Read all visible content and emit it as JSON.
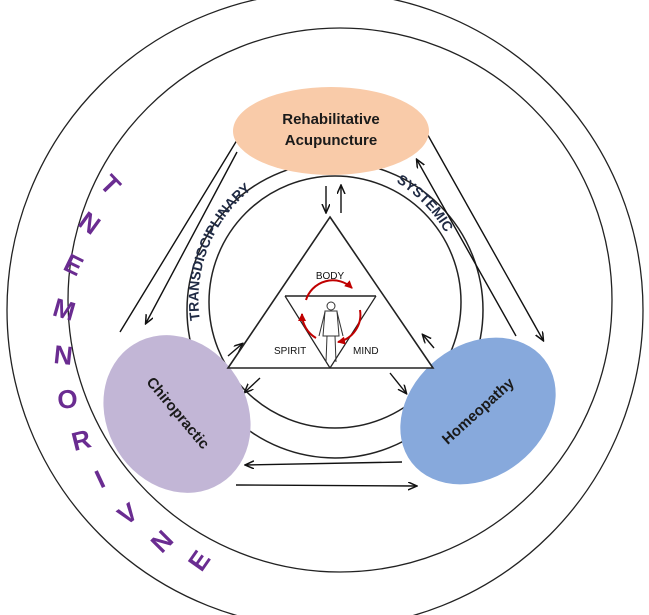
{
  "nodes": {
    "top_line1": "Rehabilitative",
    "top_line2": "Acupuncture",
    "left": "Chiropractic",
    "right": "Homeopathy"
  },
  "labels": {
    "environment_letters": [
      "E",
      "N",
      "V",
      "I",
      "R",
      "O",
      "N",
      "M",
      "E",
      "N",
      "T"
    ],
    "transdisciplinary": "TRANSDISCIPLINARY",
    "systemic": "SYSTEMIC"
  },
  "triangle": {
    "body": "BODY",
    "spirit": "SPIRIT",
    "mind": "MIND"
  },
  "colors": {
    "acupuncture": "#f9cba9",
    "chiropractic": "#c2b6d6",
    "homeopathy": "#87a9dc",
    "environment_text": "#6a2c91",
    "cycle_arrows": "#c00000"
  }
}
